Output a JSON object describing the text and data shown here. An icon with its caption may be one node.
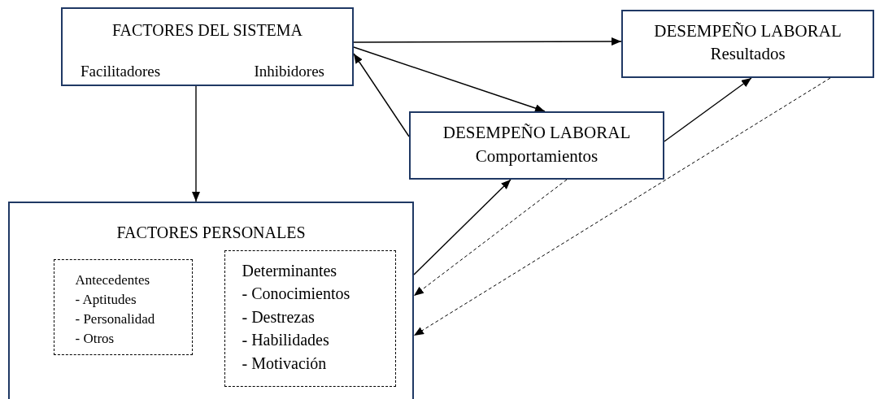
{
  "diagram": {
    "nodes": [
      {
        "text": [
          "FACTORES DEL SISTEMA",
          "Facilitadores",
          "Inhibidores"
        ]
      },
      {
        "text": [
          "DESEMPEÑO LABORAL",
          "Resultados"
        ]
      },
      {
        "text": [
          "DESEMPEÑO LABORAL",
          "Comportamientos"
        ]
      },
      {
        "text": [
          "FACTORES PERSONALES"
        ]
      },
      {
        "text": [
          "Antecedentes",
          "- Aptitudes",
          "- Personalidad",
          "- Otros"
        ],
        "in": 3
      },
      {
        "text": [
          "Determinantes",
          "- Conocimientos",
          "- Destrezas",
          "- Habilidades",
          "- Motivación"
        ],
        "in": 3
      }
    ],
    "edges": [
      {
        "from": 0,
        "to": 1,
        "arrow": "to"
      },
      {
        "from": 0,
        "to": 2,
        "arrow": "to"
      },
      {
        "from": 2,
        "to": 0,
        "arrow": "to"
      },
      {
        "from": 0,
        "to": 3,
        "arrow": "to"
      },
      {
        "from": 2,
        "to": 1,
        "arrow": "to"
      },
      {
        "from": 3,
        "to": 2,
        "arrow": "to"
      },
      {
        "from": 2,
        "to": 3,
        "arrow": "to",
        "style": "dashed"
      },
      {
        "from": 1,
        "to": 3,
        "arrow": "to",
        "style": "dashed"
      }
    ]
  }
}
